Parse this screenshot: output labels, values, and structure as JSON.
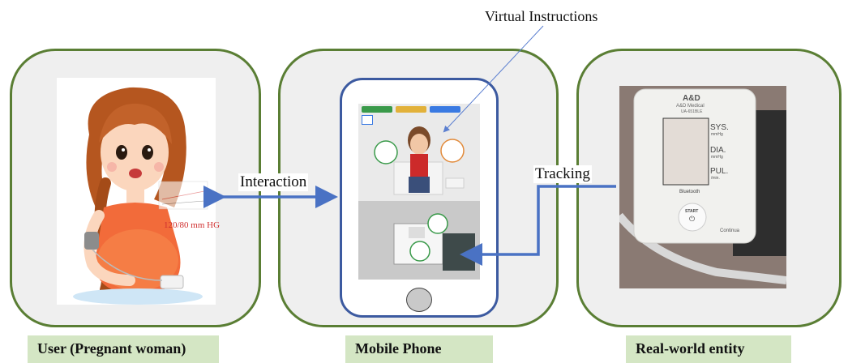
{
  "top_label": "Virtual Instructions",
  "arrows": {
    "interaction": "Interaction",
    "tracking": "Tracking"
  },
  "panels": {
    "user": {
      "caption": "User (Pregnant woman)",
      "bp_reading": "120/80 mm HG"
    },
    "phone": {
      "caption": "Mobile Phone"
    },
    "entity": {
      "caption": "Real-world entity",
      "device": {
        "brand": "A&D",
        "brand_sub": "A&D Medical",
        "model": "UA-651BLE",
        "sys": "SYS.",
        "sys_unit": "mmHg",
        "dia": "DIA.",
        "dia_unit": "mmHg",
        "pul": "PUL.",
        "pul_unit": "/min.",
        "bluetooth": "Bluetooth",
        "start": "START",
        "continua": "Continua"
      }
    }
  },
  "colors": {
    "panel_border": "#5a7e34",
    "panel_fill": "#efefef",
    "caption_fill": "#d4e6c4",
    "arrow": "#4a72c4",
    "phone_border": "#3c5aa0"
  }
}
